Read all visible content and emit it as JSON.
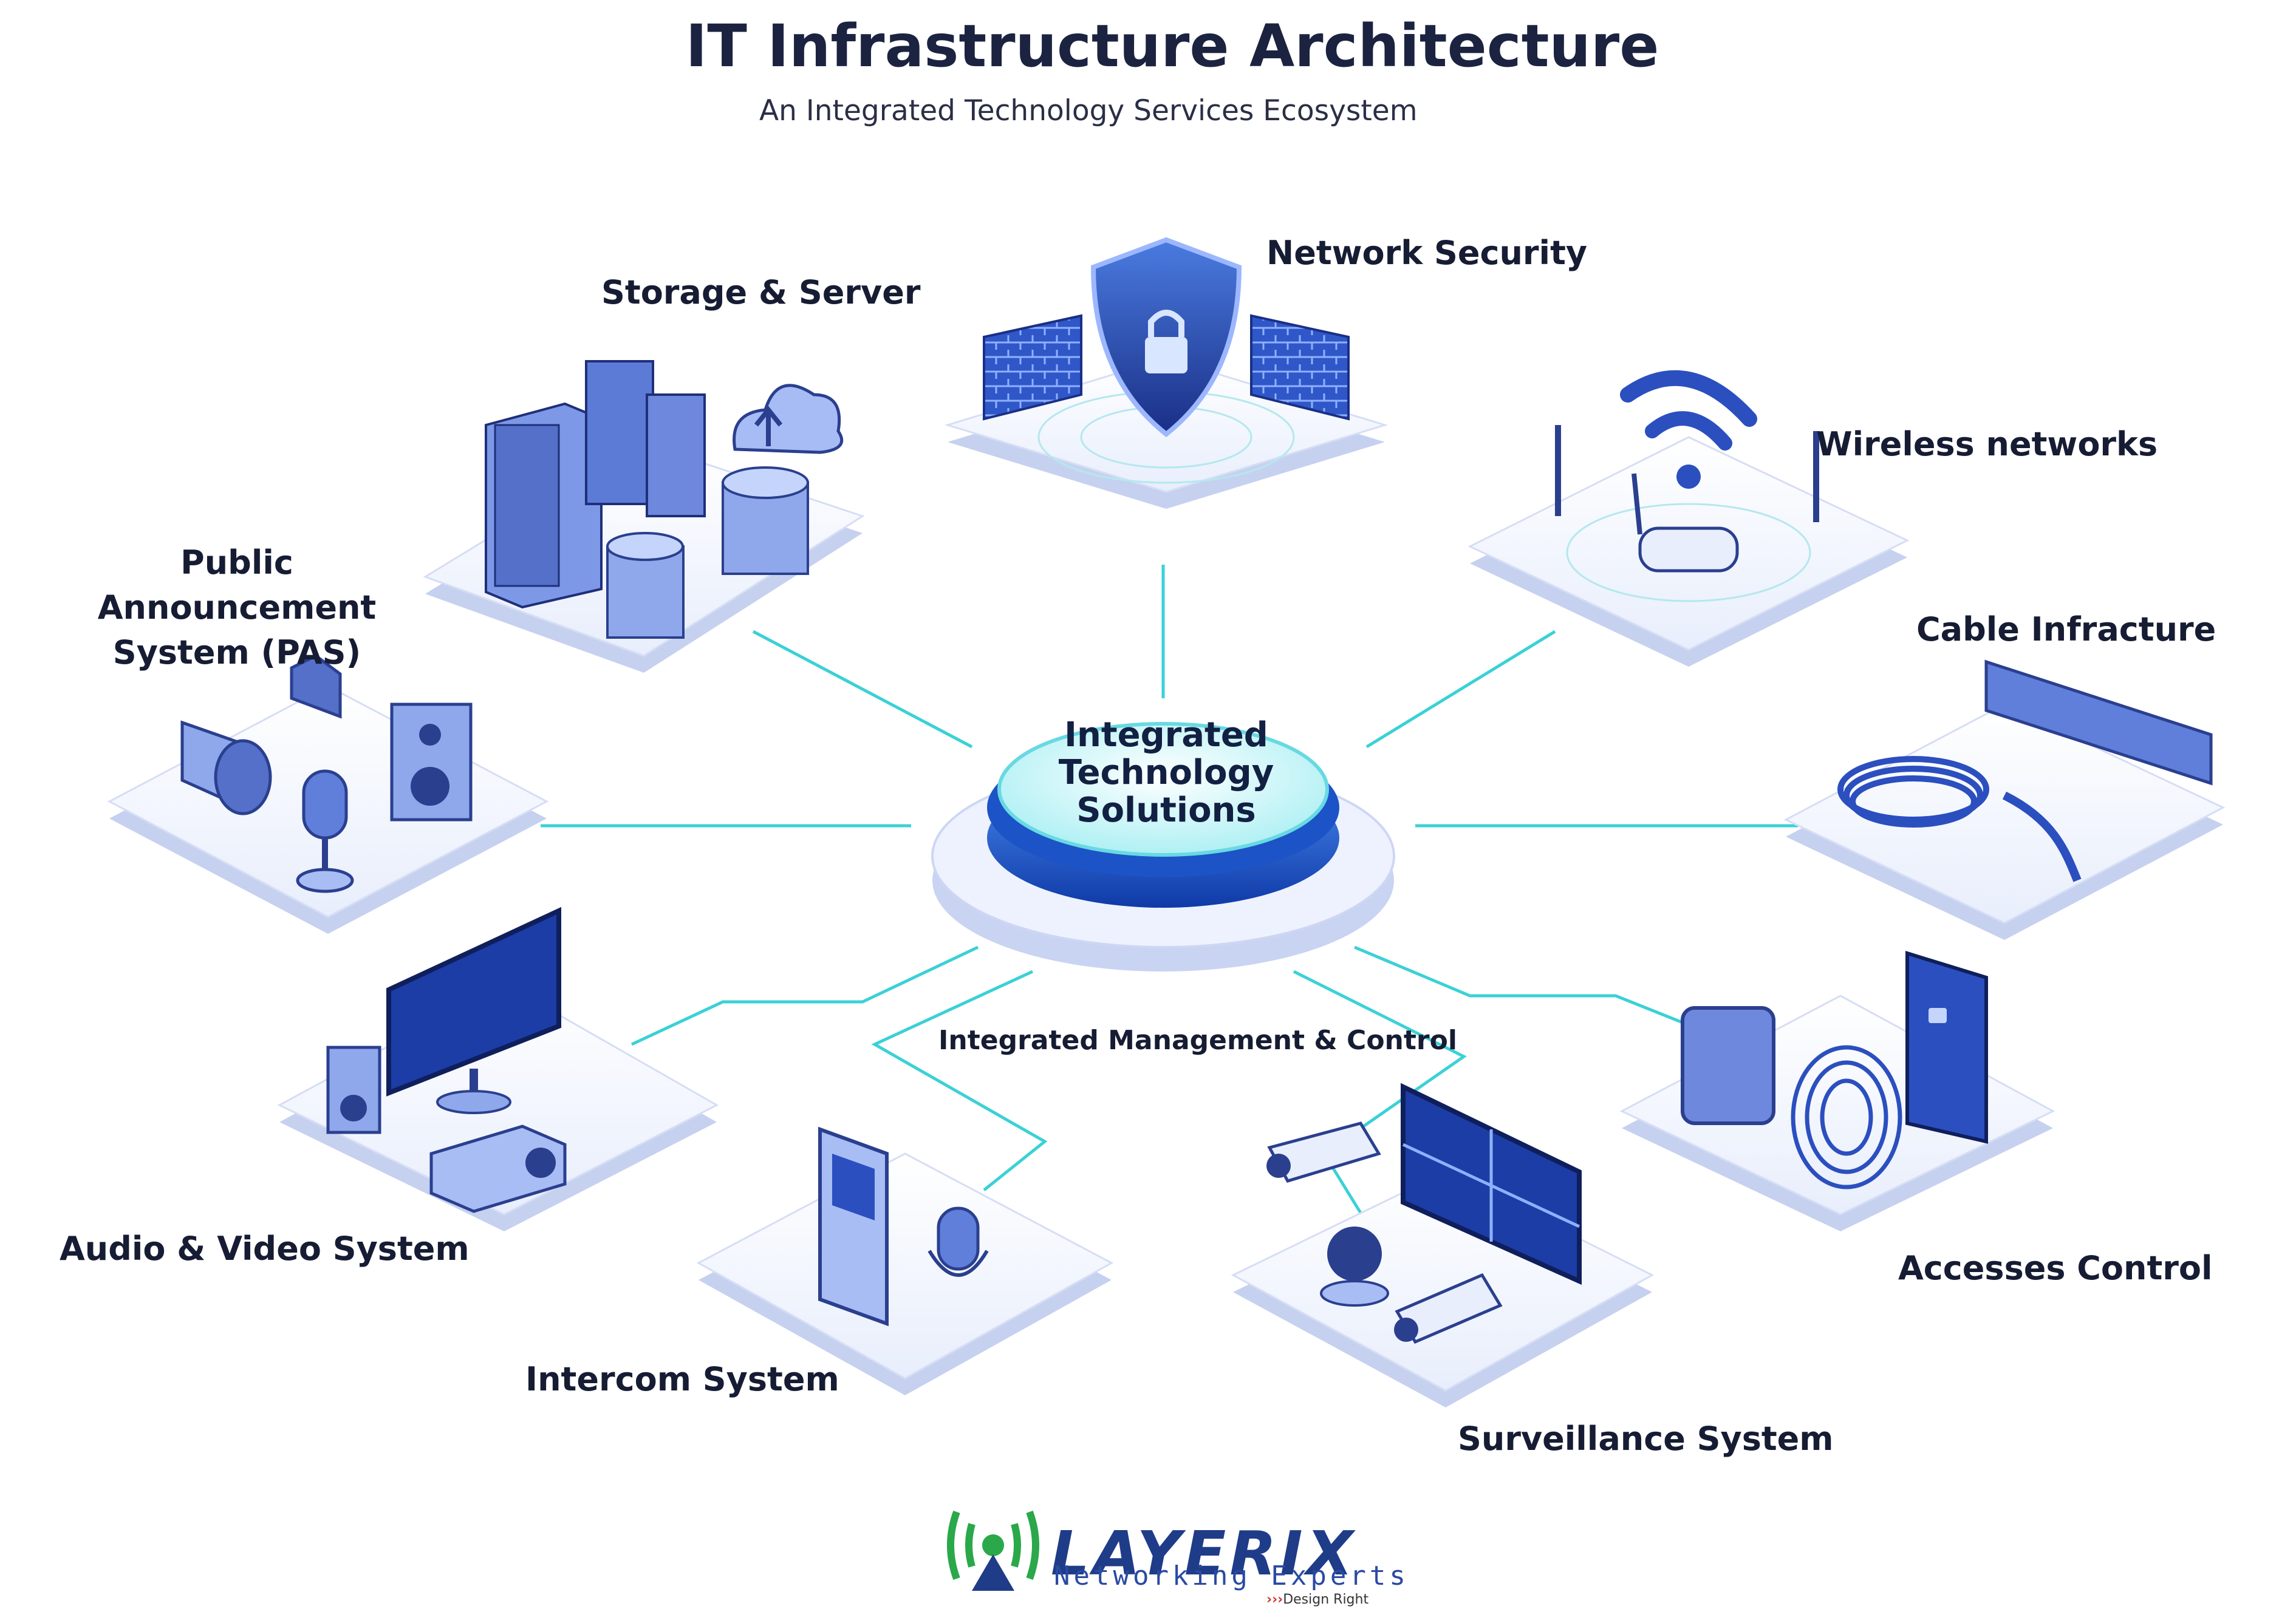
{
  "header": {
    "title": "IT Infrastructure Architecture",
    "subtitle": "An Integrated Technology Services Ecosystem"
  },
  "hub": {
    "label_lines": [
      "Integrated",
      "Technology",
      "Solutions"
    ]
  },
  "management_label": "Integrated Management & Control",
  "nodes": [
    {
      "id": "network-security",
      "label": "Network Security",
      "icons": [
        "firewall-icon",
        "shield-lock-icon",
        "firewall-icon"
      ]
    },
    {
      "id": "storage-server",
      "label": "Storage & Server",
      "icons": [
        "server-rack-icon",
        "cloud-upload-icon",
        "database-icon"
      ]
    },
    {
      "id": "wireless-networks",
      "label": "Wireless networks",
      "icons": [
        "wifi-icon",
        "router-icon"
      ]
    },
    {
      "id": "public-announcement",
      "label_lines": [
        "Public Announcement",
        "System (PAS)"
      ],
      "icons": [
        "megaphone-icon",
        "microphone-icon",
        "speaker-icon"
      ]
    },
    {
      "id": "cable-infrastructure",
      "label": "Cable Infracture",
      "icons": [
        "patch-panel-icon",
        "cable-coil-icon"
      ]
    },
    {
      "id": "audio-video",
      "label": "Audio & Video System",
      "icons": [
        "monitor-icon",
        "projector-icon",
        "speaker-icon"
      ]
    },
    {
      "id": "access-control",
      "label": "Accesses Control",
      "icons": [
        "rfid-reader-icon",
        "fingerprint-icon",
        "door-lock-icon"
      ]
    },
    {
      "id": "intercom",
      "label": "Intercom System",
      "icons": [
        "intercom-panel-icon",
        "microphone-icon"
      ]
    },
    {
      "id": "surveillance",
      "label": "Surveillance System",
      "icons": [
        "cctv-camera-icon",
        "video-wall-icon",
        "dome-camera-icon"
      ]
    }
  ],
  "logo": {
    "name": "LAYERIX",
    "tagline": "Networking  Experts",
    "motto": "Design Right",
    "icon": "signal-broadcast-icon"
  },
  "colors": {
    "title": "#1b2340",
    "connector": "#3ad1d6",
    "platform_top": "#f4f7ff",
    "platform_side": "#c9d3f2",
    "icon_dark": "#2b3f8f",
    "icon_mid": "#4f6fd1",
    "icon_light": "#a9bdf5",
    "hub_blue": "#1c53c7",
    "hub_cyan": "#c9f6f8",
    "logo_blue": "#1f3c88",
    "logo_green": "#2aa84a"
  }
}
